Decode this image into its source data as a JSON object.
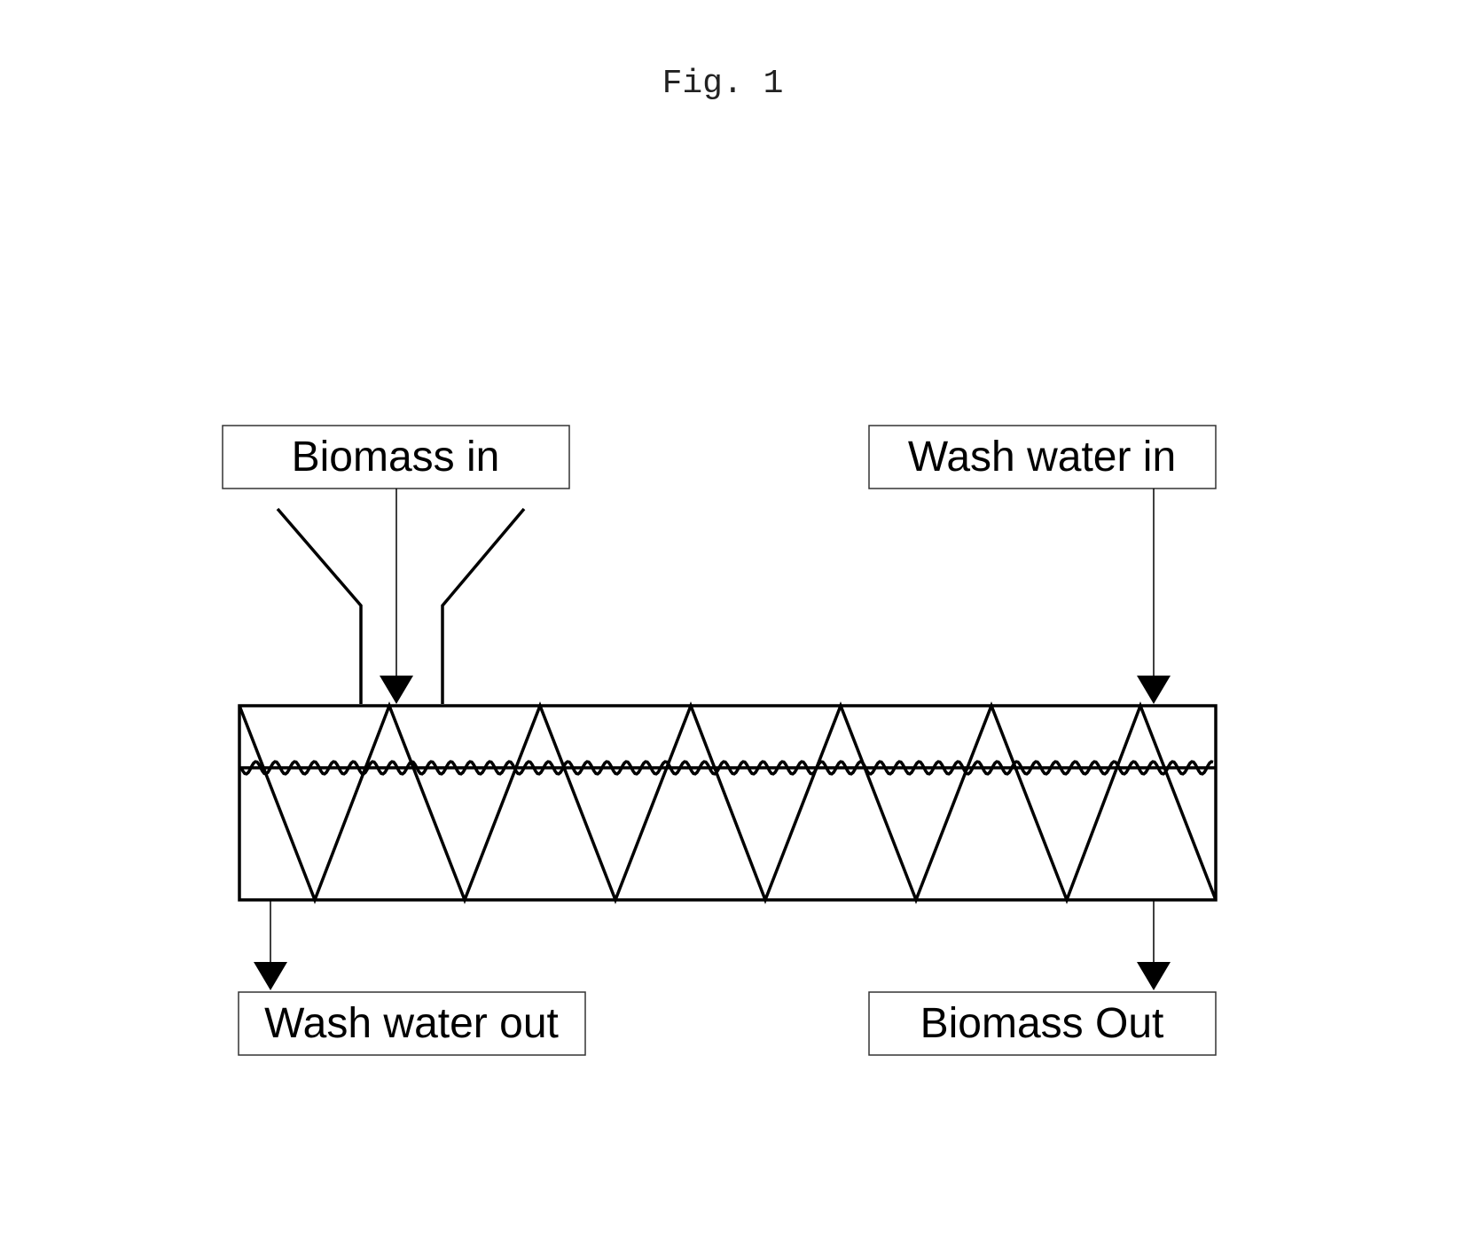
{
  "figure": {
    "title": "Fig. 1"
  },
  "labels": {
    "biomass_in": "Biomass in",
    "wash_water_in": "Wash water in",
    "wash_water_out": "Wash water out",
    "biomass_out": "Biomass Out"
  },
  "colors": {
    "line": "#000000",
    "background": "#ffffff"
  }
}
